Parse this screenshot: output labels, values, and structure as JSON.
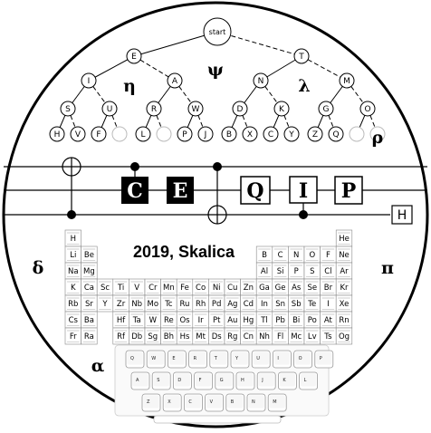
{
  "tree": {
    "root": "start",
    "level1": [
      "E",
      "T"
    ],
    "level2": [
      "I",
      "A",
      "N",
      "M"
    ],
    "level3": [
      "S",
      "U",
      "R",
      "W",
      "D",
      "K",
      "G",
      "O"
    ],
    "level4": [
      "H",
      "V",
      "F",
      "",
      "L",
      "",
      "P",
      "J",
      "B",
      "X",
      "C",
      "Y",
      "Z",
      "Q",
      "",
      ""
    ]
  },
  "greek": {
    "psi": "ψ",
    "eta": "η",
    "lambda": "λ",
    "rho": "ρ",
    "delta": "δ",
    "pi": "π",
    "alpha": "α"
  },
  "circuit": {
    "gates": [
      "C",
      "E",
      "Q",
      "I",
      "P"
    ],
    "side_gate": "H"
  },
  "periodic_table": {
    "caption": "2019, Skalica",
    "rows": [
      [
        "H",
        "",
        "",
        "",
        "",
        "",
        "",
        "",
        "",
        "",
        "",
        "",
        "",
        "",
        "",
        "",
        "",
        "He"
      ],
      [
        "Li",
        "Be",
        "",
        "",
        "",
        "",
        "",
        "",
        "",
        "",
        "",
        "",
        "B",
        "C",
        "N",
        "O",
        "F",
        "Ne"
      ],
      [
        "Na",
        "Mg",
        "",
        "",
        "",
        "",
        "",
        "",
        "",
        "",
        "",
        "",
        "Al",
        "Si",
        "P",
        "S",
        "Cl",
        "Ar"
      ],
      [
        "K",
        "Ca",
        "Sc",
        "Ti",
        "V",
        "Cr",
        "Mn",
        "Fe",
        "Co",
        "Ni",
        "Cu",
        "Zn",
        "Ga",
        "Ge",
        "As",
        "Se",
        "Br",
        "Kr"
      ],
      [
        "Rb",
        "Sr",
        "Y",
        "Zr",
        "Nb",
        "Mo",
        "Tc",
        "Ru",
        "Rh",
        "Pd",
        "Ag",
        "Cd",
        "In",
        "Sn",
        "Sb",
        "Te",
        "I",
        "Xe"
      ],
      [
        "Cs",
        "Ba",
        "",
        "Hf",
        "Ta",
        "W",
        "Re",
        "Os",
        "Ir",
        "Pt",
        "Au",
        "Hg",
        "Tl",
        "Pb",
        "Bi",
        "Po",
        "At",
        "Rn"
      ],
      [
        "Fr",
        "Ra",
        "",
        "Rf",
        "Db",
        "Sg",
        "Bh",
        "Hs",
        "Mt",
        "Ds",
        "Rg",
        "Cn",
        "Nh",
        "Fl",
        "Mc",
        "Lv",
        "Ts",
        "Og"
      ]
    ]
  },
  "keyboard": {
    "rows": [
      [
        "Q",
        "W",
        "E",
        "R",
        "T",
        "Y",
        "U",
        "I",
        "O",
        "P"
      ],
      [
        "A",
        "S",
        "D",
        "F",
        "G",
        "H",
        "J",
        "K",
        "L"
      ],
      [
        "Z",
        "X",
        "C",
        "V",
        "B",
        "N",
        "M"
      ]
    ]
  }
}
